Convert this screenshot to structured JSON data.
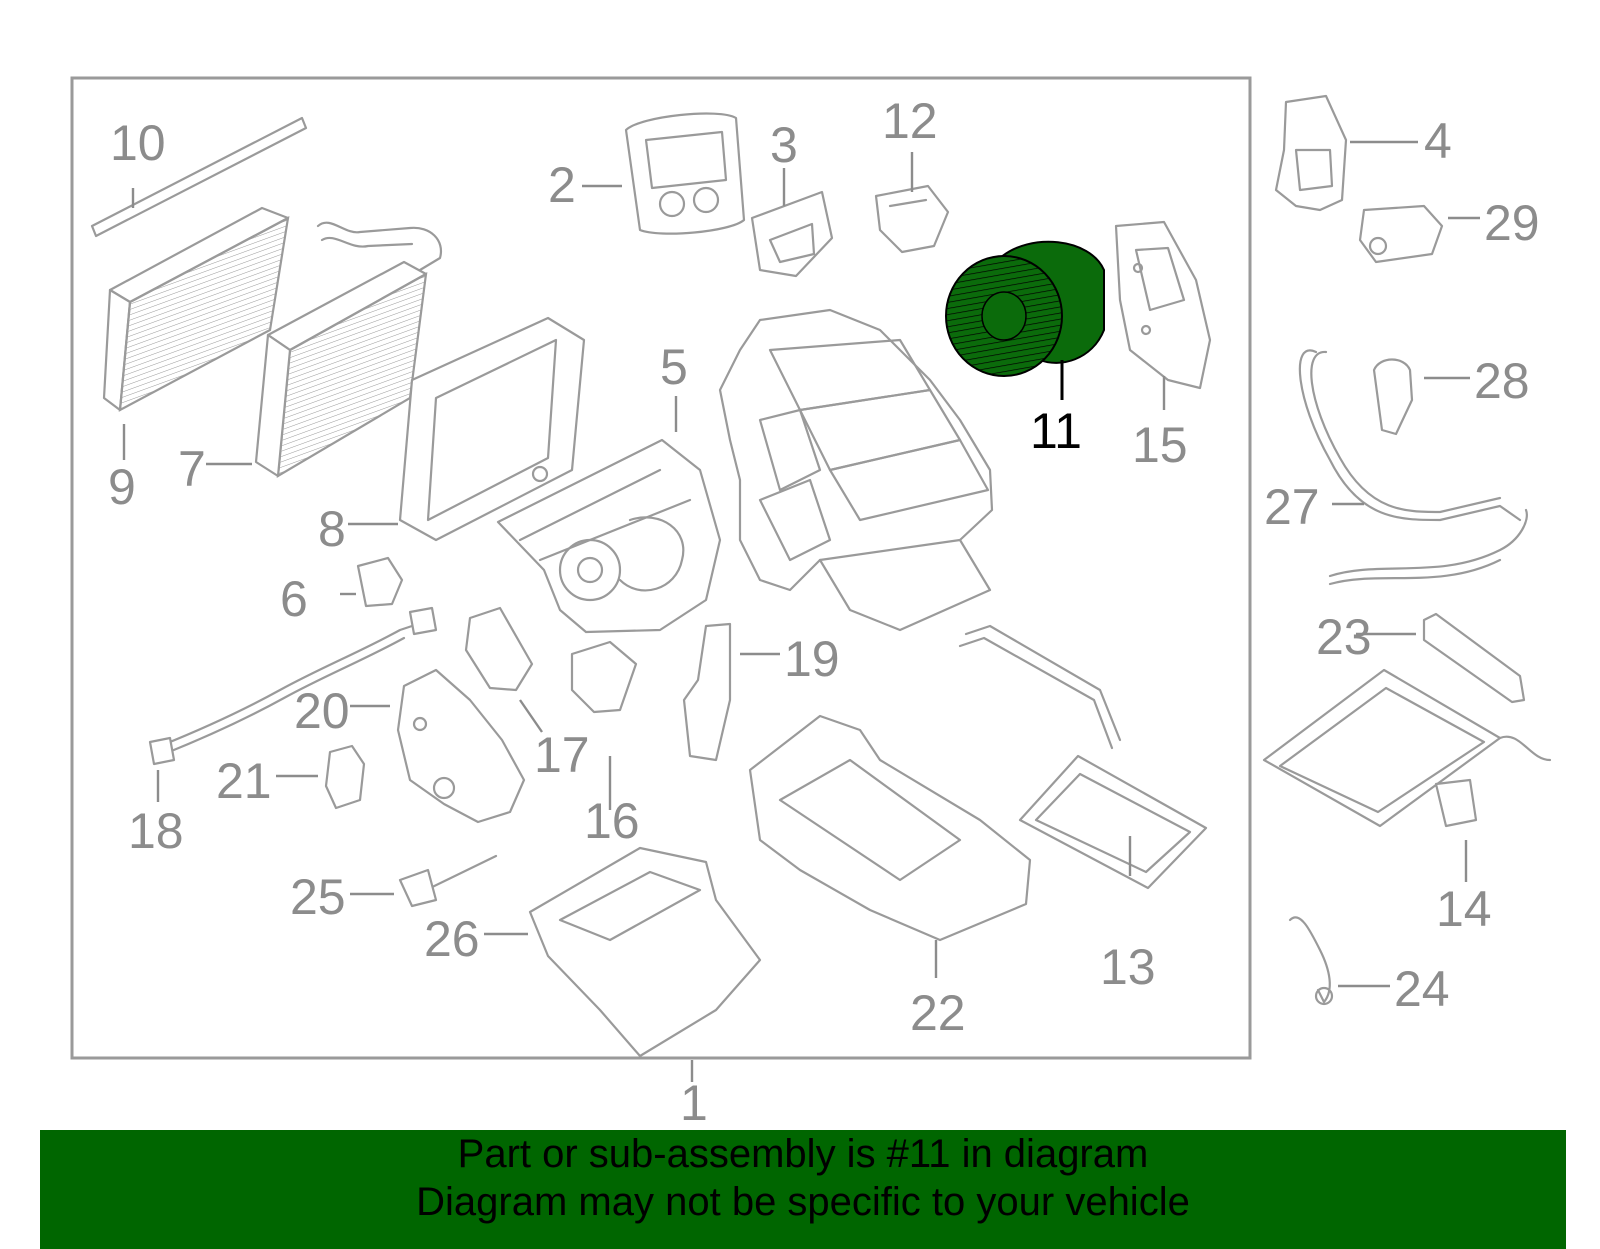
{
  "diagram": {
    "highlighted_part": "11",
    "highlight_color": "#0b6b0b",
    "frame_color": "#9a9a9a",
    "callouts": [
      "1",
      "2",
      "3",
      "4",
      "5",
      "6",
      "7",
      "8",
      "9",
      "10",
      "11",
      "12",
      "13",
      "14",
      "15",
      "16",
      "17",
      "18",
      "19",
      "20",
      "21",
      "22",
      "23",
      "24",
      "25",
      "26",
      "27",
      "28",
      "29"
    ]
  },
  "banner": {
    "background_color": "#006600",
    "line1": "Part or sub-assembly is #11 in diagram",
    "line2": "Diagram may not be specific to your vehicle"
  }
}
